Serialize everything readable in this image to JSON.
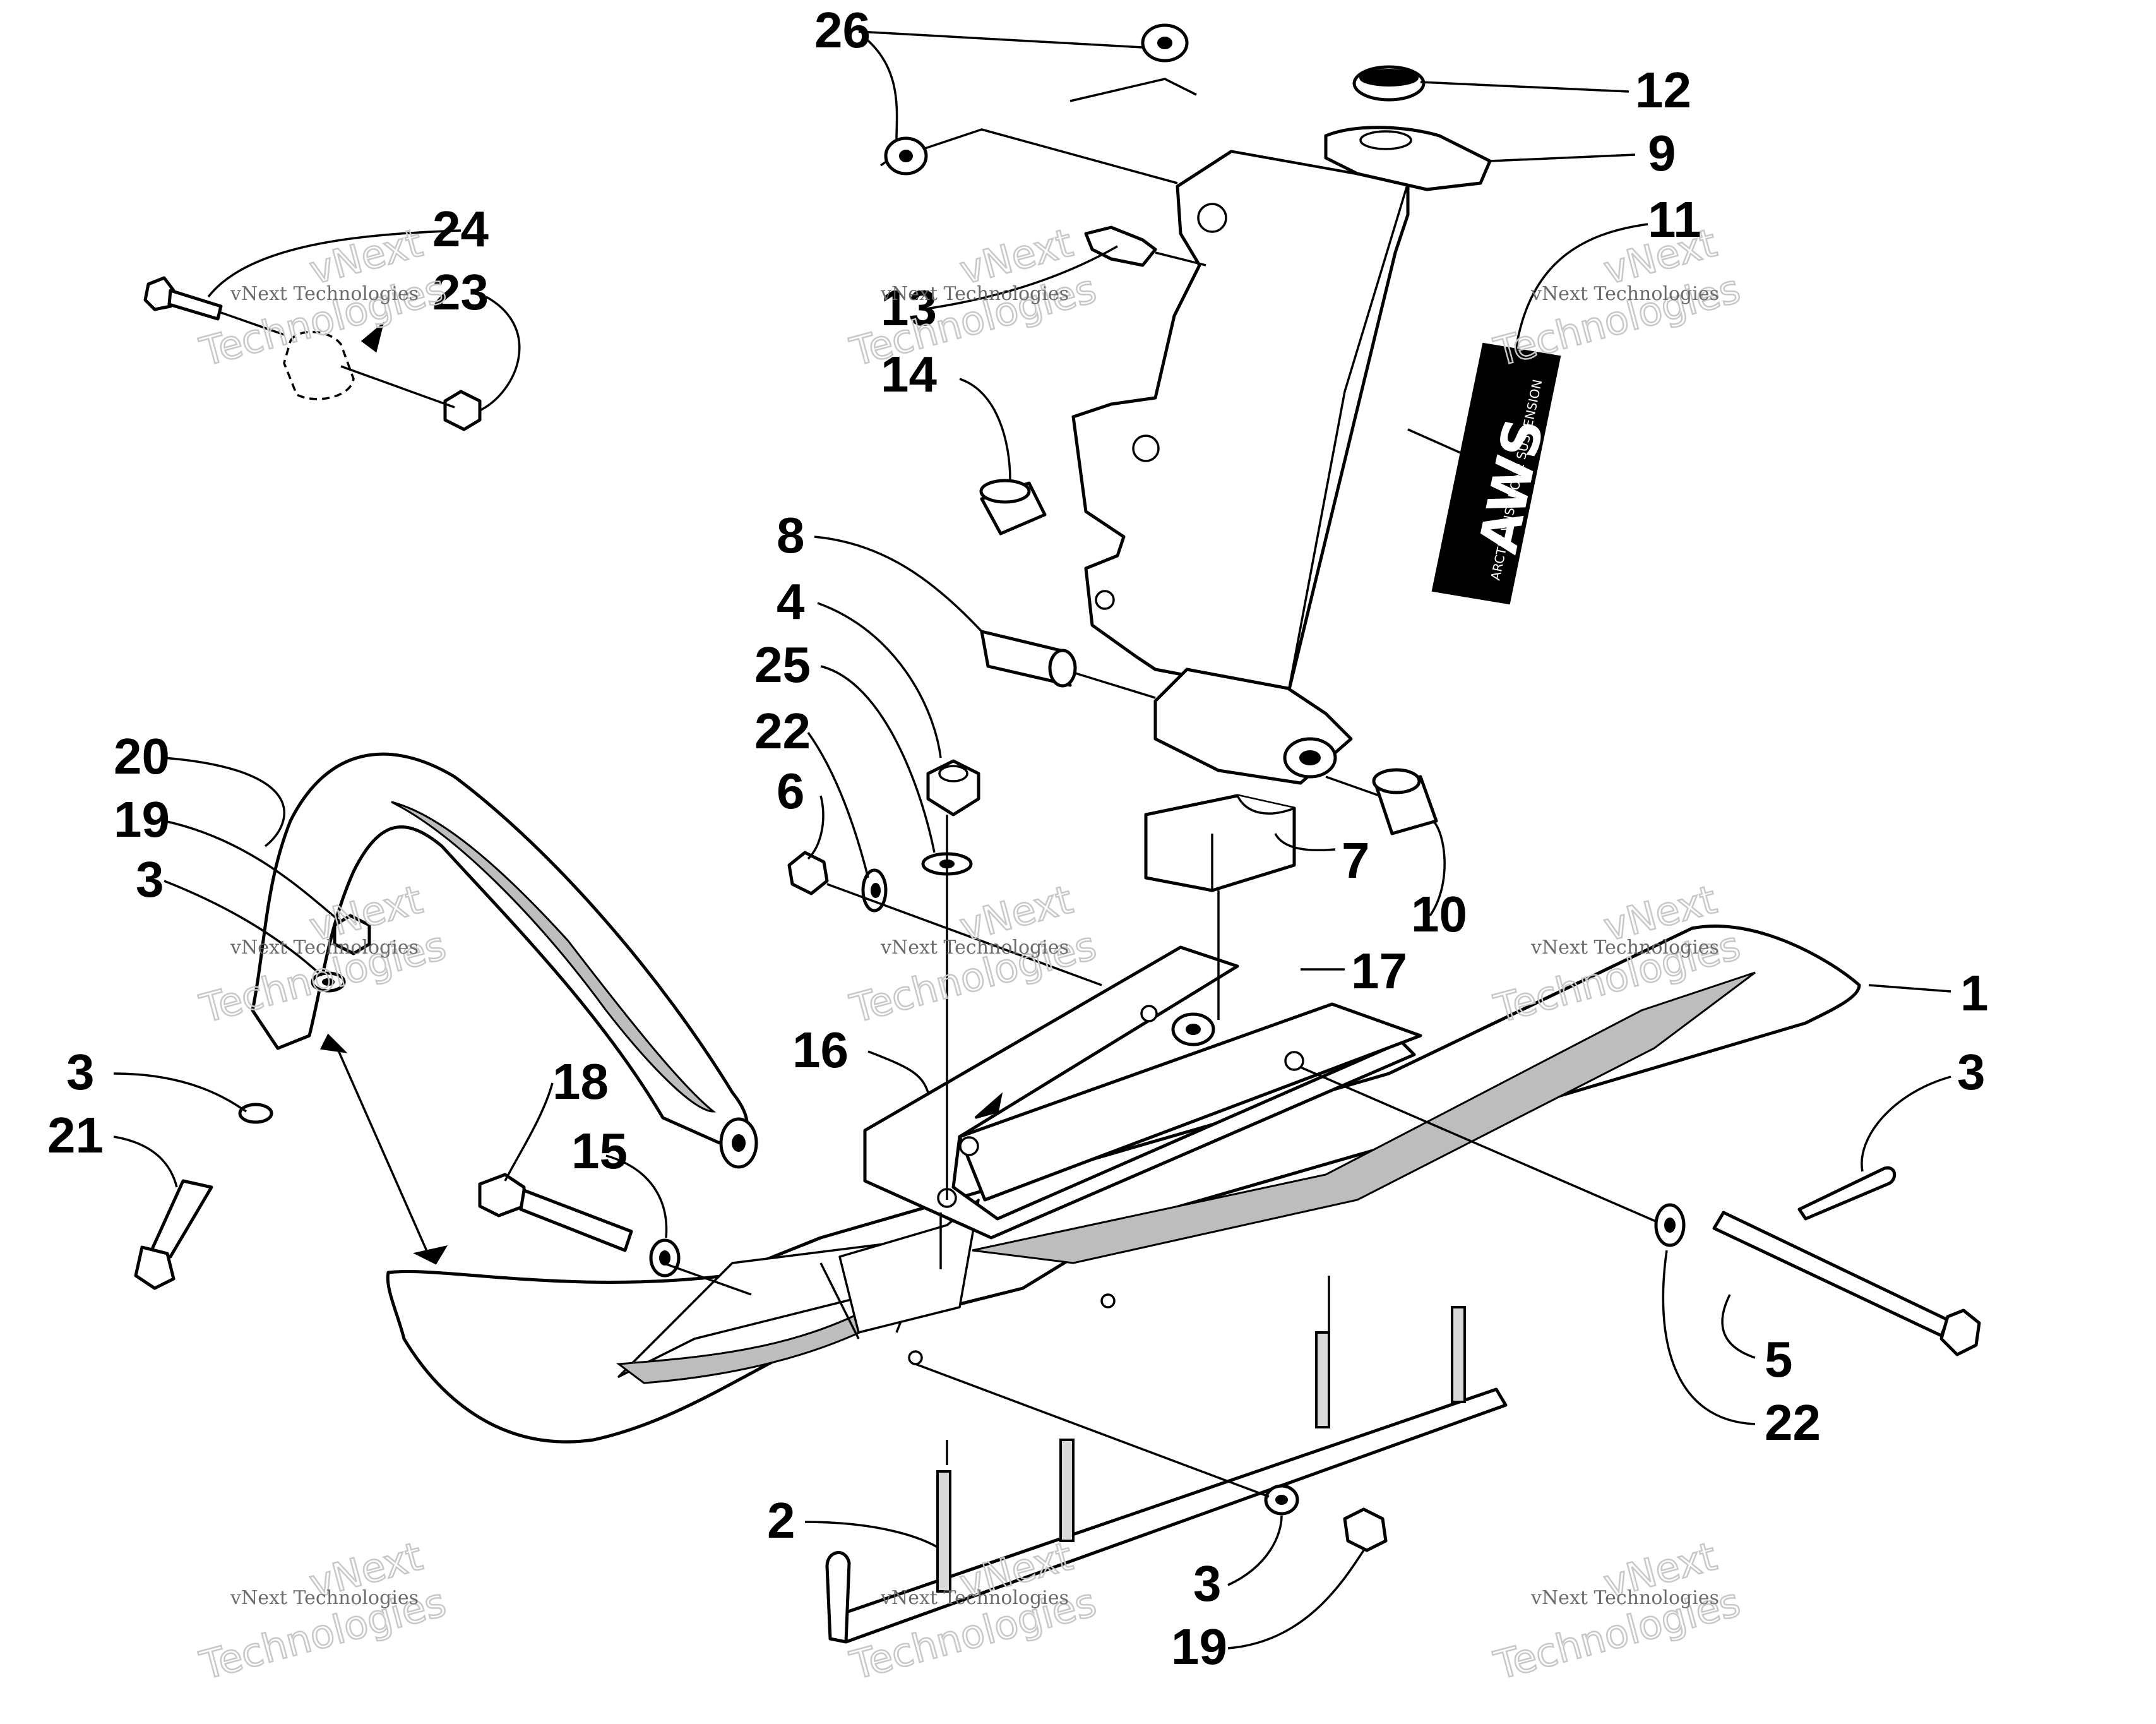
{
  "diagram": {
    "callouts": [
      {
        "id": "c26",
        "label": "26"
      },
      {
        "id": "c12",
        "label": "12"
      },
      {
        "id": "c9",
        "label": "9"
      },
      {
        "id": "c11",
        "label": "11"
      },
      {
        "id": "c24",
        "label": "24"
      },
      {
        "id": "c23",
        "label": "23"
      },
      {
        "id": "c13",
        "label": "13"
      },
      {
        "id": "c14",
        "label": "14"
      },
      {
        "id": "c8",
        "label": "8"
      },
      {
        "id": "c4",
        "label": "4"
      },
      {
        "id": "c25",
        "label": "25"
      },
      {
        "id": "c22a",
        "label": "22"
      },
      {
        "id": "c6",
        "label": "6"
      },
      {
        "id": "c20",
        "label": "20"
      },
      {
        "id": "c19a",
        "label": "19"
      },
      {
        "id": "c3a",
        "label": "3"
      },
      {
        "id": "c7",
        "label": "7"
      },
      {
        "id": "c10",
        "label": "10"
      },
      {
        "id": "c17",
        "label": "17"
      },
      {
        "id": "c1",
        "label": "1"
      },
      {
        "id": "c16",
        "label": "16"
      },
      {
        "id": "c18",
        "label": "18"
      },
      {
        "id": "c3b",
        "label": "3"
      },
      {
        "id": "c15",
        "label": "15"
      },
      {
        "id": "c3c",
        "label": "3"
      },
      {
        "id": "c21",
        "label": "21"
      },
      {
        "id": "c5",
        "label": "5"
      },
      {
        "id": "c22b",
        "label": "22"
      },
      {
        "id": "c2",
        "label": "2"
      },
      {
        "id": "c3d",
        "label": "3"
      },
      {
        "id": "c19b",
        "label": "19"
      }
    ],
    "logo": {
      "main": "AWS",
      "sub": "ARCTIC WISHBONE SUSPENSION"
    },
    "watermark": {
      "line1": "vNext",
      "line2": "Technologies",
      "small": "vNext Technologies"
    }
  }
}
